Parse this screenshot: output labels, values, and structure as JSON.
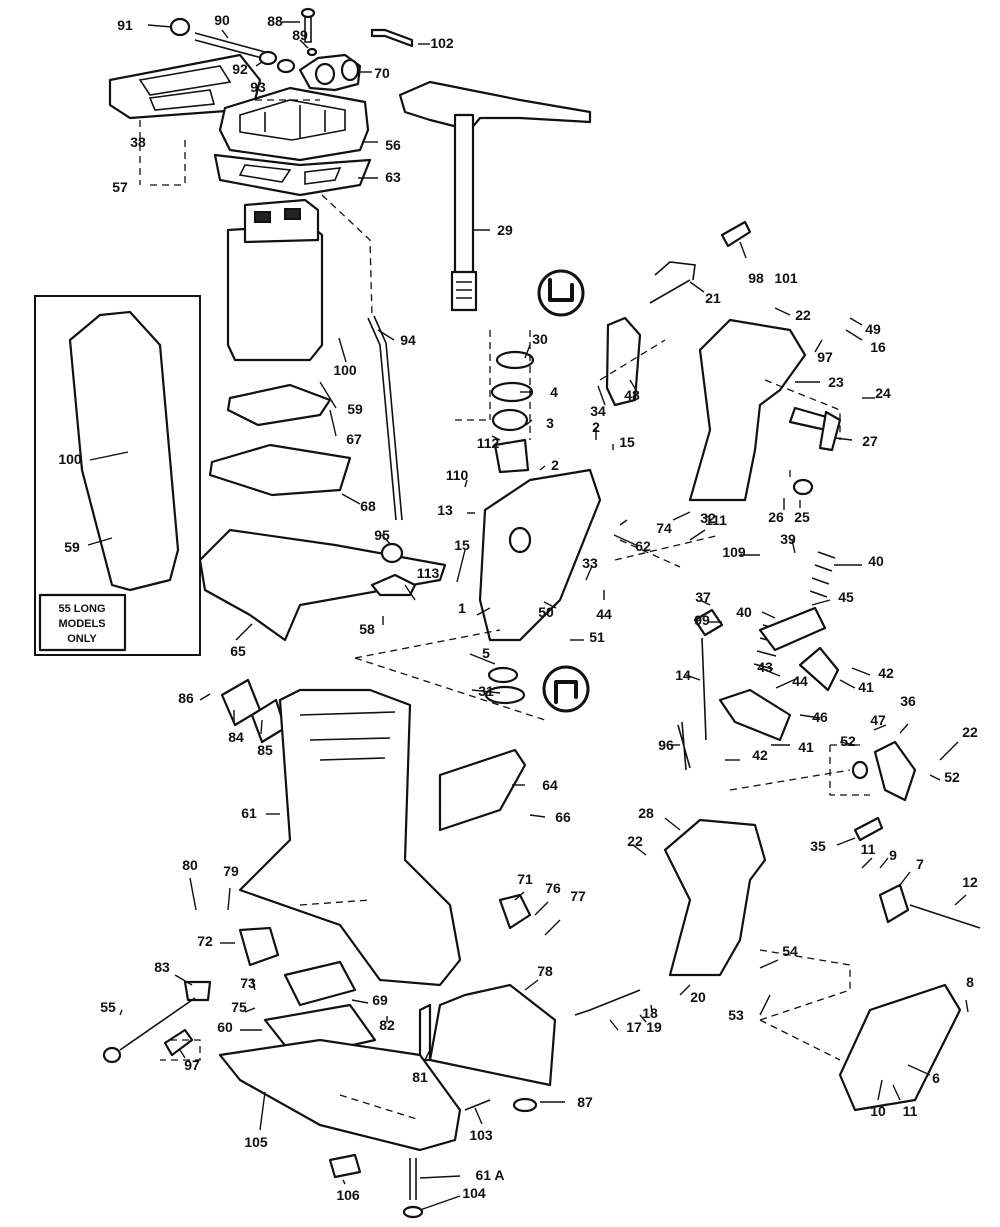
{
  "callouts": [
    {
      "id": "91",
      "text": "91"
    },
    {
      "id": "90",
      "text": "90"
    },
    {
      "id": "88",
      "text": "88"
    },
    {
      "id": "89",
      "text": "89"
    },
    {
      "id": "102",
      "text": "102"
    },
    {
      "id": "92",
      "text": "92"
    },
    {
      "id": "93",
      "text": "93"
    },
    {
      "id": "70",
      "text": "70"
    },
    {
      "id": "38",
      "text": "38"
    },
    {
      "id": "56",
      "text": "56"
    },
    {
      "id": "63",
      "text": "63"
    },
    {
      "id": "57",
      "text": "57"
    },
    {
      "id": "29",
      "text": "29"
    },
    {
      "id": "98",
      "text": "98"
    },
    {
      "id": "101",
      "text": "101"
    },
    {
      "id": "21",
      "text": "21"
    },
    {
      "id": "22a",
      "text": "22"
    },
    {
      "id": "49",
      "text": "49"
    },
    {
      "id": "16",
      "text": "16"
    },
    {
      "id": "97a",
      "text": "97"
    },
    {
      "id": "30",
      "text": "30"
    },
    {
      "id": "100a",
      "text": "100"
    },
    {
      "id": "94",
      "text": "94"
    },
    {
      "id": "4",
      "text": "4"
    },
    {
      "id": "34",
      "text": "34"
    },
    {
      "id": "48",
      "text": "48"
    },
    {
      "id": "23",
      "text": "23"
    },
    {
      "id": "24",
      "text": "24"
    },
    {
      "id": "27",
      "text": "27"
    },
    {
      "id": "59a",
      "text": "59"
    },
    {
      "id": "67",
      "text": "67"
    },
    {
      "id": "112",
      "text": "112"
    },
    {
      "id": "3",
      "text": "3"
    },
    {
      "id": "2a",
      "text": "2"
    },
    {
      "id": "15a",
      "text": "15"
    },
    {
      "id": "2b",
      "text": "2"
    },
    {
      "id": "68",
      "text": "68"
    },
    {
      "id": "110",
      "text": "110"
    },
    {
      "id": "13",
      "text": "13"
    },
    {
      "id": "26",
      "text": "26"
    },
    {
      "id": "25",
      "text": "25"
    },
    {
      "id": "32",
      "text": "32"
    },
    {
      "id": "74",
      "text": "74"
    },
    {
      "id": "62",
      "text": "62"
    },
    {
      "id": "111",
      "text": "111"
    },
    {
      "id": "95",
      "text": "95"
    },
    {
      "id": "113",
      "text": "113"
    },
    {
      "id": "39",
      "text": "39"
    },
    {
      "id": "40a",
      "text": "40"
    },
    {
      "id": "109",
      "text": "109"
    },
    {
      "id": "15b",
      "text": "15"
    },
    {
      "id": "33",
      "text": "33"
    },
    {
      "id": "1",
      "text": "1"
    },
    {
      "id": "50",
      "text": "50"
    },
    {
      "id": "44a",
      "text": "44"
    },
    {
      "id": "37",
      "text": "37"
    },
    {
      "id": "40b",
      "text": "40"
    },
    {
      "id": "45",
      "text": "45"
    },
    {
      "id": "58",
      "text": "58"
    },
    {
      "id": "99",
      "text": "99"
    },
    {
      "id": "51",
      "text": "51"
    },
    {
      "id": "65",
      "text": "65"
    },
    {
      "id": "5",
      "text": "5"
    },
    {
      "id": "42a",
      "text": "42"
    },
    {
      "id": "43",
      "text": "43"
    },
    {
      "id": "14",
      "text": "14"
    },
    {
      "id": "31",
      "text": "31"
    },
    {
      "id": "44b",
      "text": "44"
    },
    {
      "id": "41a",
      "text": "41"
    },
    {
      "id": "86",
      "text": "86"
    },
    {
      "id": "84",
      "text": "84"
    },
    {
      "id": "85",
      "text": "85"
    },
    {
      "id": "46",
      "text": "46"
    },
    {
      "id": "36",
      "text": "36"
    },
    {
      "id": "47",
      "text": "47"
    },
    {
      "id": "96",
      "text": "96"
    },
    {
      "id": "41b",
      "text": "41"
    },
    {
      "id": "22b",
      "text": "22"
    },
    {
      "id": "52a",
      "text": "52"
    },
    {
      "id": "42b",
      "text": "42"
    },
    {
      "id": "64",
      "text": "64"
    },
    {
      "id": "52b",
      "text": "52"
    },
    {
      "id": "61",
      "text": "61"
    },
    {
      "id": "66",
      "text": "66"
    },
    {
      "id": "28",
      "text": "28"
    },
    {
      "id": "35",
      "text": "35"
    },
    {
      "id": "22c",
      "text": "22"
    },
    {
      "id": "11a",
      "text": "11"
    },
    {
      "id": "9",
      "text": "9"
    },
    {
      "id": "7",
      "text": "7"
    },
    {
      "id": "80",
      "text": "80"
    },
    {
      "id": "79",
      "text": "79"
    },
    {
      "id": "71",
      "text": "71"
    },
    {
      "id": "76",
      "text": "76"
    },
    {
      "id": "77",
      "text": "77"
    },
    {
      "id": "12",
      "text": "12"
    },
    {
      "id": "72",
      "text": "72"
    },
    {
      "id": "54",
      "text": "54"
    },
    {
      "id": "83",
      "text": "83"
    },
    {
      "id": "73",
      "text": "73"
    },
    {
      "id": "20",
      "text": "20"
    },
    {
      "id": "78",
      "text": "78"
    },
    {
      "id": "75",
      "text": "75"
    },
    {
      "id": "69",
      "text": "69"
    },
    {
      "id": "55",
      "text": "55"
    },
    {
      "id": "18",
      "text": "18"
    },
    {
      "id": "53",
      "text": "53"
    },
    {
      "id": "8",
      "text": "8"
    },
    {
      "id": "60",
      "text": "60"
    },
    {
      "id": "82",
      "text": "82"
    },
    {
      "id": "17",
      "text": "17"
    },
    {
      "id": "19",
      "text": "19"
    },
    {
      "id": "81",
      "text": "81"
    },
    {
      "id": "97b",
      "text": "97"
    },
    {
      "id": "87",
      "text": "87"
    },
    {
      "id": "6",
      "text": "6"
    },
    {
      "id": "103",
      "text": "103"
    },
    {
      "id": "10",
      "text": "10"
    },
    {
      "id": "11b",
      "text": "11"
    },
    {
      "id": "105",
      "text": "105"
    },
    {
      "id": "61A",
      "text": "61 A"
    },
    {
      "id": "106",
      "text": "106"
    },
    {
      "id": "104",
      "text": "104"
    },
    {
      "id": "100b",
      "text": "100"
    },
    {
      "id": "59b",
      "text": "59"
    }
  ],
  "inset": {
    "lines": [
      "55 LONG",
      "MODELS",
      "ONLY"
    ]
  }
}
